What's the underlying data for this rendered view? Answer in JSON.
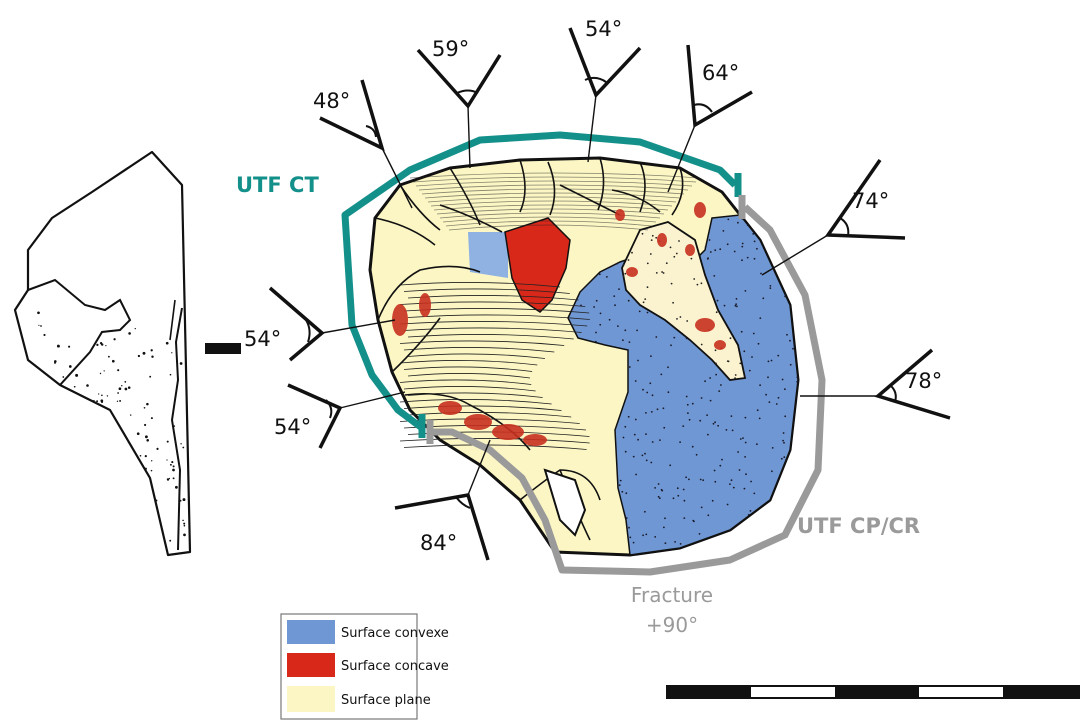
{
  "colors": {
    "convex": "#6f97d3",
    "concave": "#d8281a",
    "plane": "#fbf6c4",
    "utf_ct": "#14908b",
    "utf_cp": "#9a9a9a",
    "outline": "#111111"
  },
  "labels": {
    "utf_ct": "UTF CT",
    "utf_cp": "UTF CP/CR",
    "fracture_line1": "Fracture",
    "fracture_line2": "+90°"
  },
  "angles": {
    "a48": "48°",
    "a59": "59°",
    "a54_top": "54°",
    "a64": "64°",
    "a74": "74°",
    "a78": "78°",
    "a54_left1": "54°",
    "a54_left2": "54°",
    "a84": "84°"
  },
  "legend": {
    "items": [
      {
        "label": "Surface convexe",
        "color": "#6f97d3"
      },
      {
        "label": "Surface concave",
        "color": "#d8281a"
      },
      {
        "label": "Surface plane",
        "color": "#fbf6c4"
      }
    ]
  }
}
